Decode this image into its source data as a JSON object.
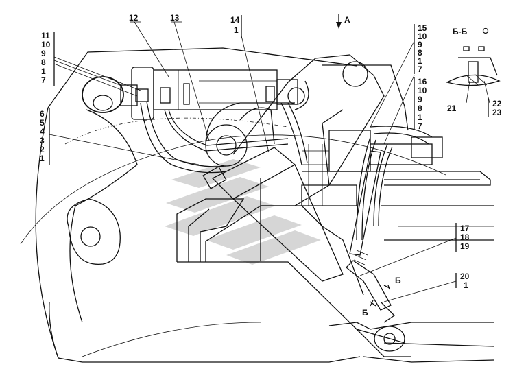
{
  "labels": {
    "c11": [
      "11",
      "10",
      "9",
      "8",
      "1",
      "7"
    ],
    "c12": "12",
    "c13": "13",
    "c14": [
      "14",
      "1"
    ],
    "c15": [
      "15",
      "10",
      "9",
      "8",
      "1",
      "7"
    ],
    "c16": [
      "16",
      "10",
      "9",
      "8",
      "1",
      "7"
    ],
    "c6": [
      "6",
      "5",
      "4",
      "3",
      "2",
      "1"
    ],
    "c17": [
      "17",
      "18",
      "19"
    ],
    "c20": [
      "20",
      "1"
    ],
    "c21": "21",
    "c22": [
      "22",
      "23"
    ],
    "arrow_a": "A",
    "section_title": "Б-Б",
    "section_mark_1": "Б",
    "section_mark_2": "Б"
  },
  "watermark": {
    "type": "stylised-logo",
    "color": "#c9c9c9"
  }
}
